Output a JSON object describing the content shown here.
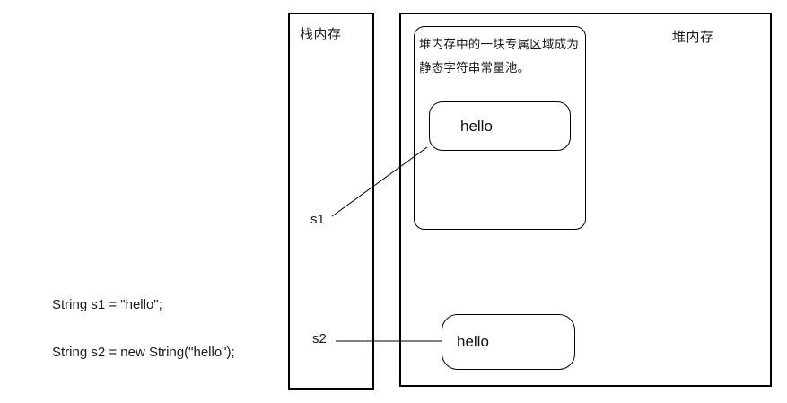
{
  "stack": {
    "label": "栈内存"
  },
  "heap": {
    "label": "堆内存"
  },
  "constant_pool": {
    "note_lines": [
      "堆内存中的一块专属区域成为",
      "静态字符串常量池。"
    ],
    "string_value": "hello"
  },
  "heap_object": {
    "string_value": "hello"
  },
  "references": {
    "s1": "s1",
    "s2": "s2"
  },
  "code": {
    "line1": "String s1 = \"hello\";",
    "line2": "String s2 = new String(\"hello\");"
  },
  "colors": {
    "line": "#000000",
    "text": "#1a1a1a",
    "background": "#ffffff"
  }
}
